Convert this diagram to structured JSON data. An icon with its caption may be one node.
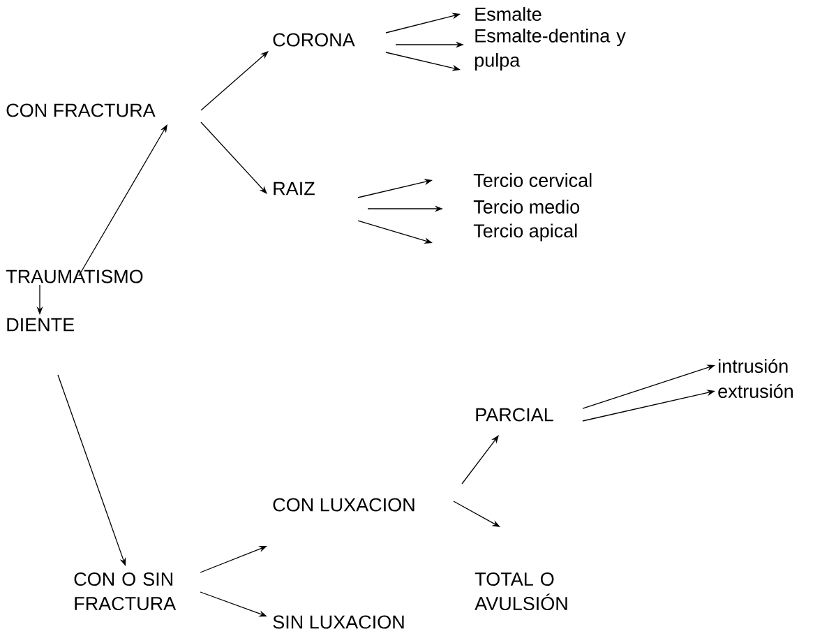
{
  "diagram": {
    "nodes": [
      {
        "text": [
          "CON FRACTURA"
        ]
      },
      {
        "text": [
          "CORONA"
        ]
      },
      {
        "text": [
          "Esmalte"
        ]
      },
      {
        "text": [
          "Esmalte-dentina y pulpa"
        ]
      },
      {
        "text": [
          "RAIZ"
        ]
      },
      {
        "text": [
          "Tercio cervical"
        ]
      },
      {
        "text": [
          "Tercio medio"
        ]
      },
      {
        "text": [
          "Tercio apical"
        ]
      },
      {
        "text": [
          "TRAUMATISMO"
        ]
      },
      {
        "text": [
          "DIENTE"
        ]
      },
      {
        "text": [
          "CON O SIN FRACTURA"
        ]
      },
      {
        "text": [
          "CON LUXACION"
        ]
      },
      {
        "text": [
          "SIN LUXACION"
        ]
      },
      {
        "text": [
          "PARCIAL"
        ]
      },
      {
        "text": [
          "intrusión"
        ]
      },
      {
        "text": [
          "extrusión"
        ]
      },
      {
        "text": [
          "TOTAL O AVULSIÓN"
        ]
      }
    ],
    "edges": [
      {
        "from": 8,
        "to": 0,
        "arrow": "to"
      },
      {
        "from": 0,
        "to": 1,
        "arrow": "to"
      },
      {
        "from": 0,
        "to": 4,
        "arrow": "to"
      },
      {
        "from": 1,
        "to": 2,
        "arrow": "to"
      },
      {
        "from": 1,
        "to": 3,
        "arrow": "to"
      },
      {
        "from": 1,
        "to": 3,
        "arrow": "to"
      },
      {
        "from": 4,
        "to": 5,
        "arrow": "to"
      },
      {
        "from": 4,
        "to": 6,
        "arrow": "to"
      },
      {
        "from": 4,
        "to": 7,
        "arrow": "to"
      },
      {
        "from": 8,
        "to": 9,
        "arrow": "to"
      },
      {
        "from": 9,
        "to": 10,
        "arrow": "to"
      },
      {
        "from": 10,
        "to": 11,
        "arrow": "to"
      },
      {
        "from": 10,
        "to": 12,
        "arrow": "to"
      },
      {
        "from": 11,
        "to": 13,
        "arrow": "to"
      },
      {
        "from": 11,
        "to": 16,
        "arrow": "to"
      },
      {
        "from": 13,
        "to": 14,
        "arrow": "to"
      },
      {
        "from": 13,
        "to": 15,
        "arrow": "to"
      }
    ]
  }
}
